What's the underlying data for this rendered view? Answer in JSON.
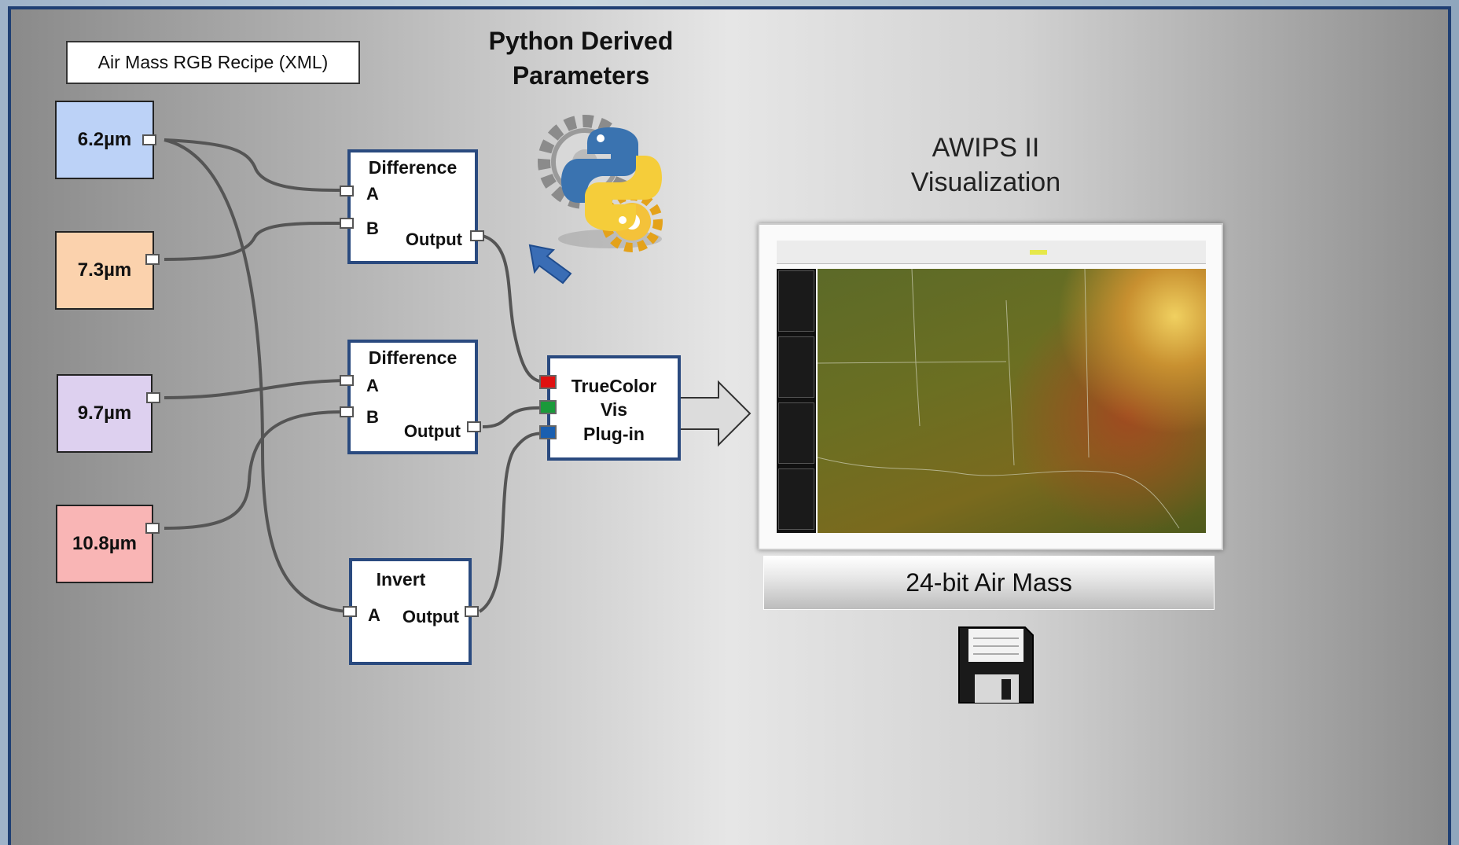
{
  "recipe_label": "Air Mass RGB Recipe (XML)",
  "heading": {
    "line1": "Python Derived",
    "line2": "Parameters"
  },
  "awips": {
    "line1": "AWIPS II",
    "line2": "Visualization"
  },
  "caption": "24-bit Air Mass",
  "bands": [
    {
      "label": "6.2µm",
      "color": "#bcd2f7"
    },
    {
      "label": "7.3µm",
      "color": "#fbd2ad"
    },
    {
      "label": "9.7µm",
      "color": "#ddd0ef"
    },
    {
      "label": "10.8µm",
      "color": "#f9b5b5"
    }
  ],
  "nodes": {
    "diff1": {
      "title": "Difference",
      "in_a": "A",
      "in_b": "B",
      "out": "Output"
    },
    "diff2": {
      "title": "Difference",
      "in_a": "A",
      "in_b": "B",
      "out": "Output"
    },
    "invert": {
      "title": "Invert",
      "in_a": "A",
      "out": "Output"
    },
    "truecolor": {
      "line1": "TrueColor",
      "line2": "Vis",
      "line3": "Plug-in"
    }
  },
  "channel_colors": {
    "red": "#e01010",
    "green": "#1a9a3a",
    "blue": "#1a5fb0"
  },
  "colors": {
    "node_border": "#2a4a7f",
    "wire": "#555555",
    "frame": "#1f3f73"
  }
}
